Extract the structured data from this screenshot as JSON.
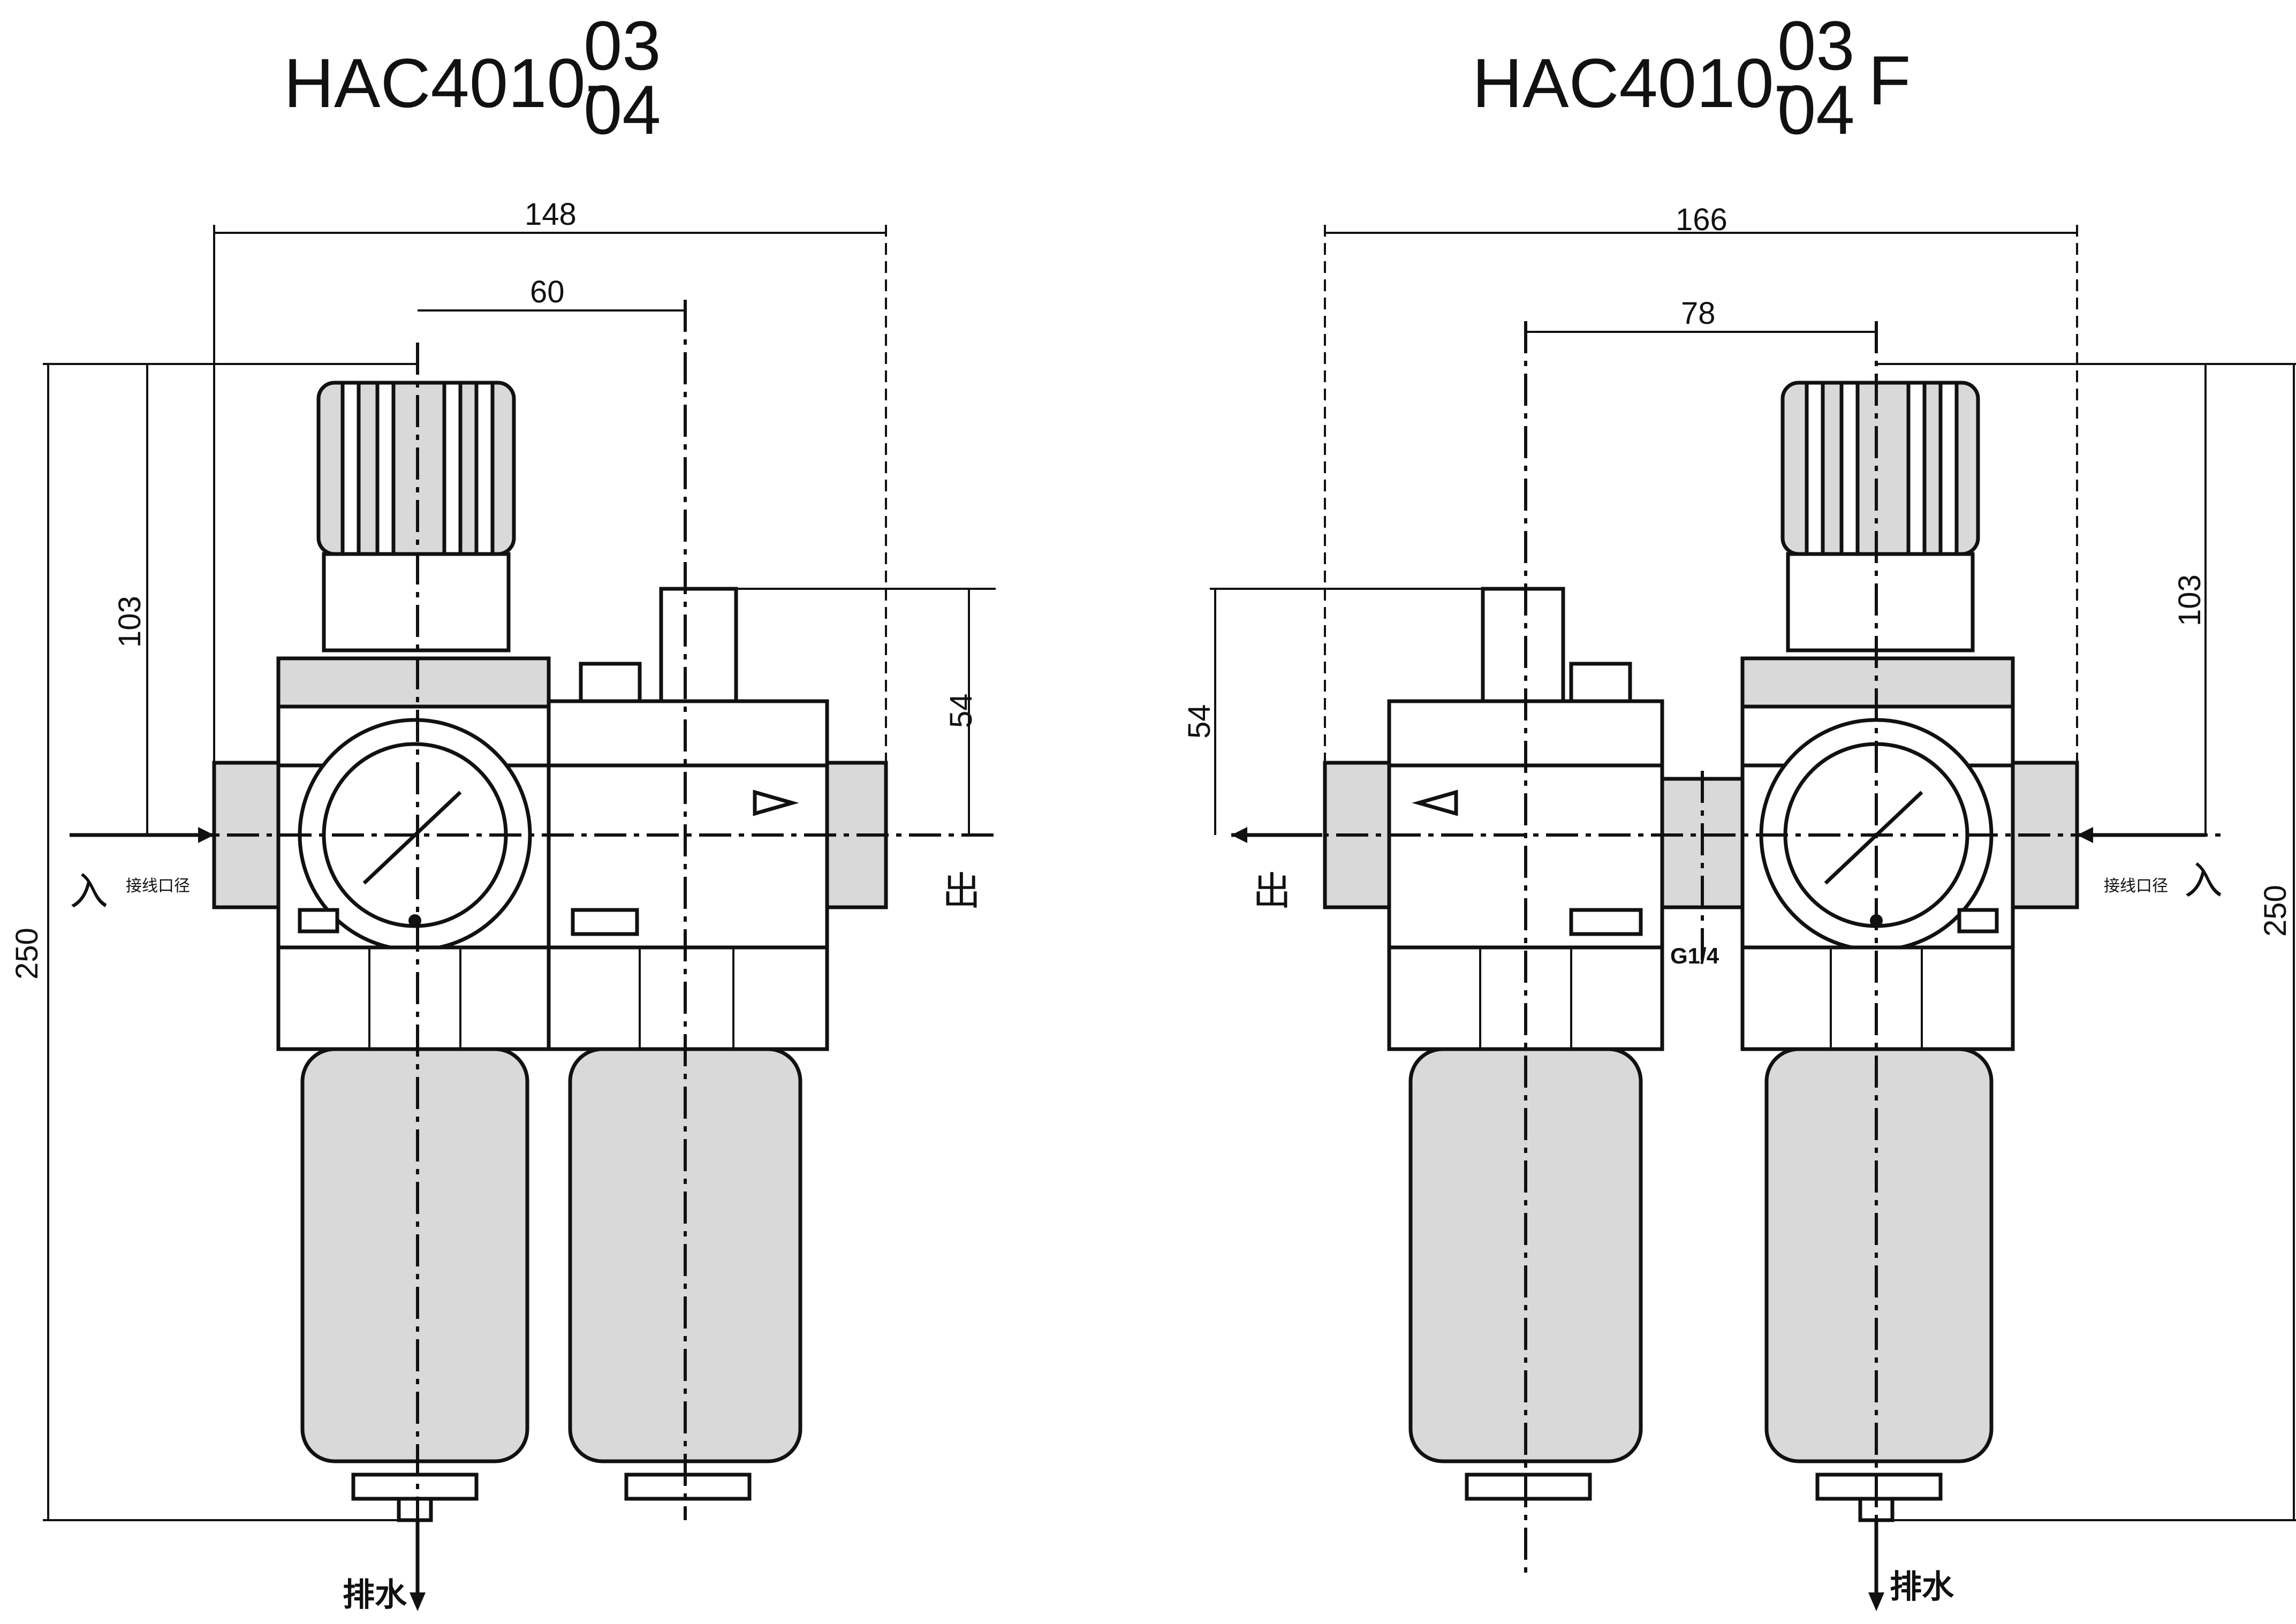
{
  "left_unit": {
    "model_prefix": "HAC4010-",
    "port_top": "03",
    "port_bottom": "04",
    "suffix": "",
    "dims": {
      "total_width": "148",
      "center_spacing": "60",
      "height_total": "250",
      "height_upper": "103",
      "height_right": "54"
    },
    "labels": {
      "inlet": "入",
      "outlet": "出",
      "port_note": "接线口径",
      "drain": "排水"
    }
  },
  "right_unit": {
    "model_prefix": "HAC4010-",
    "port_top": "03",
    "port_bottom": "04",
    "suffix": "F",
    "dims": {
      "total_width": "166",
      "center_spacing": "78",
      "height_total": "250",
      "height_upper": "103",
      "height_left": "54"
    },
    "labels": {
      "inlet": "入",
      "outlet": "出",
      "port_note": "接线口径",
      "drain": "排水",
      "gauge_port": "G1/4"
    }
  }
}
